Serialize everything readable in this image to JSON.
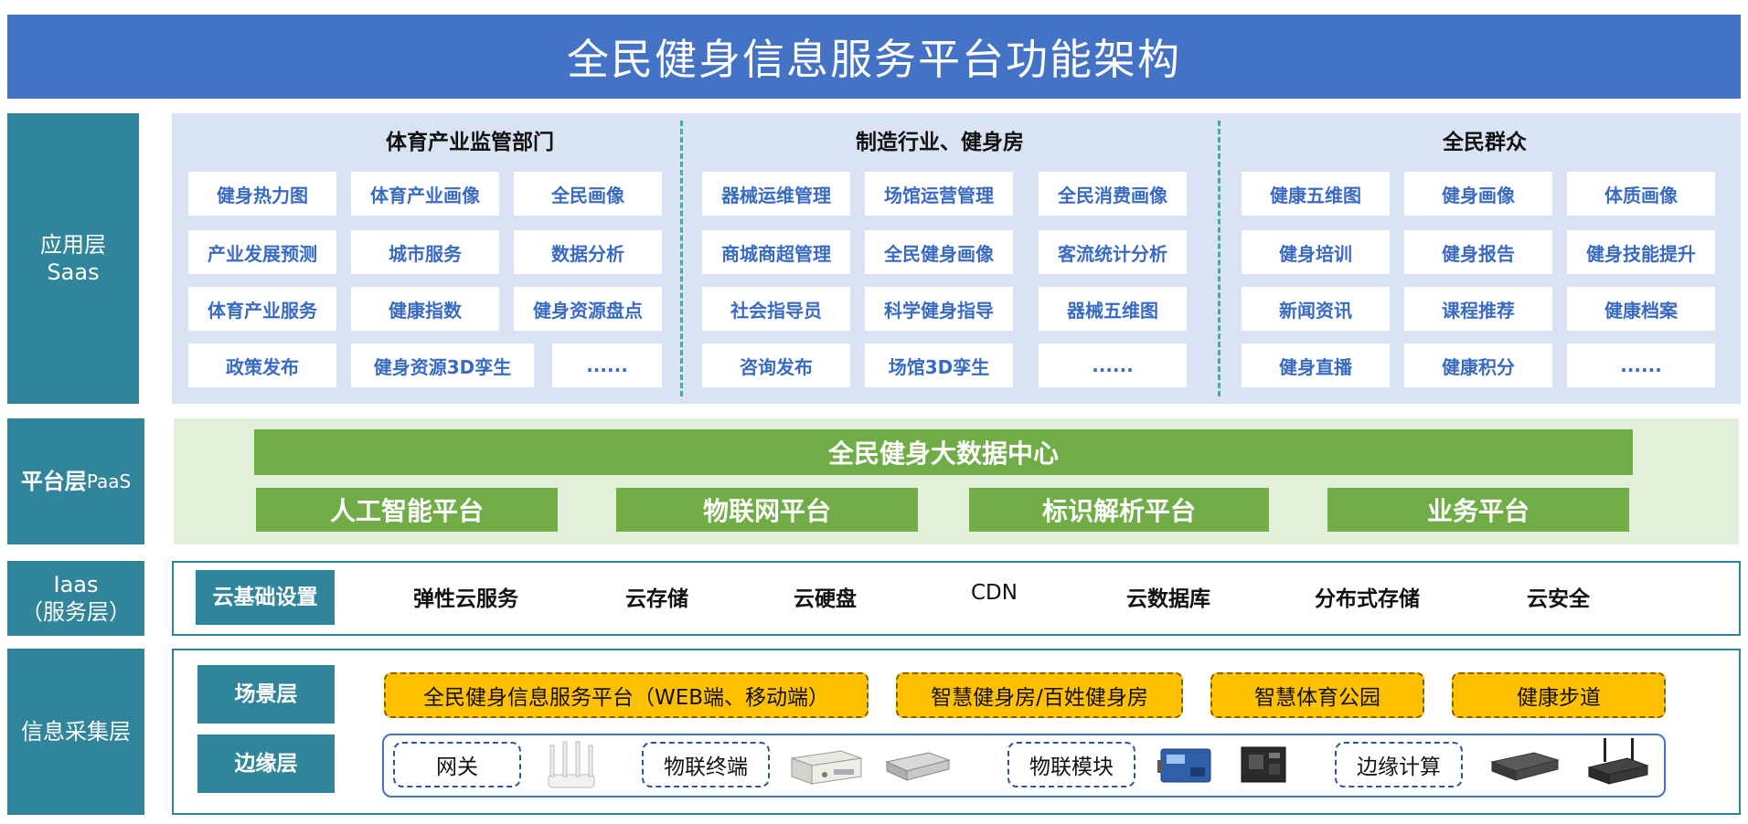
{
  "title": "全民健身信息服务平台功能架构",
  "layers": {
    "app": [
      "应用层",
      "Saas"
    ],
    "platform": [
      "平台层",
      "PaaS"
    ],
    "iaas": [
      "Iaas",
      "（服务层）"
    ],
    "info": "信息采集层"
  },
  "app_columns": [
    {
      "heading": "体育产业监管部门",
      "rows": [
        [
          "健身热力图",
          "体育产业画像",
          "全民画像"
        ],
        [
          "产业发展预测",
          "城市服务",
          "数据分析"
        ],
        [
          "体育产业服务",
          "健康指数",
          "健身资源盘点"
        ],
        [
          "政策发布",
          "健身资源3D孪生",
          "......"
        ]
      ]
    },
    {
      "heading": "制造行业、健身房",
      "rows": [
        [
          "器械运维管理",
          "场馆运营管理",
          "全民消费画像"
        ],
        [
          "商城商超管理",
          "全民健身画像",
          "客流统计分析"
        ],
        [
          "社会指导员",
          "科学健身指导",
          "器械五维图"
        ],
        [
          "咨询发布",
          "场馆3D孪生",
          "......"
        ]
      ]
    },
    {
      "heading": "全民群众",
      "rows": [
        [
          "健康五维图",
          "健身画像",
          "体质画像"
        ],
        [
          "健身培训",
          "健身报告",
          "健身技能提升"
        ],
        [
          "新闻资讯",
          "课程推荐",
          "健康档案"
        ],
        [
          "健身直播",
          "健康积分",
          "......"
        ]
      ]
    }
  ],
  "platform": {
    "center": "全民健身大数据中心",
    "items": [
      "人工智能平台",
      "物联网平台",
      "标识解析平台",
      "业务平台"
    ]
  },
  "iaas": {
    "label": "云基础设置",
    "items": [
      "弹性云服务",
      "云存储",
      "云硬盘",
      "CDN",
      "云数据库",
      "分布式存储",
      "云安全"
    ]
  },
  "info": {
    "scene_label": "场景层",
    "scenes": [
      "全民健身信息服务平台（WEB端、移动端）",
      "智慧健身房/百姓健身房",
      "智慧体育公园",
      "健康步道"
    ],
    "edge_label": "边缘层",
    "edges": [
      "网关",
      "物联终端",
      "物联模块",
      "边缘计算"
    ]
  },
  "colors": {
    "title_bg": "#4472c4",
    "layer_bg": "#31859b",
    "app_bg": "#dae3f3",
    "green": "#70ad47",
    "yellow": "#ffc000"
  }
}
